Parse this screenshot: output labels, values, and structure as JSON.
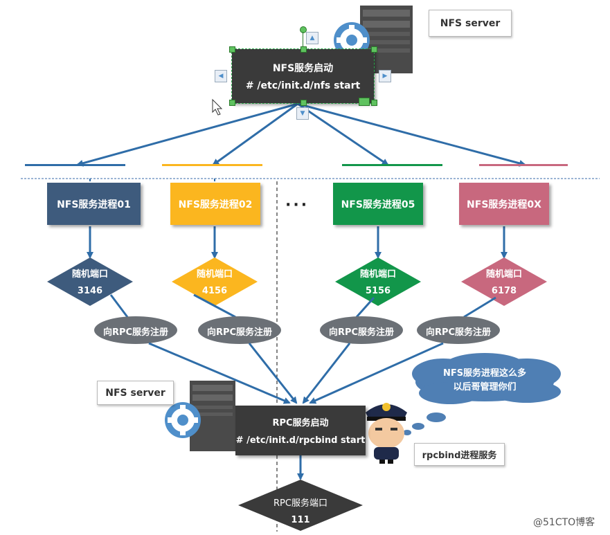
{
  "top_box": {
    "line1": "NFS服务启动",
    "line2": "# /etc/init.d/nfs start"
  },
  "top_server_label": "NFS server",
  "processes": [
    {
      "label": "NFS服务进程01",
      "port_title": "随机端口",
      "port": "3146",
      "register": "向RPC服务注册",
      "color": "#3e5b7d"
    },
    {
      "label": "NFS服务进程02",
      "port_title": "随机端口",
      "port": "4156",
      "register": "向RPC服务注册",
      "color": "#fbb61f"
    },
    {
      "label": "NFS服务进程05",
      "port_title": "随机端口",
      "port": "5156",
      "register": "向RPC服务注册",
      "color": "#12964a"
    },
    {
      "label": "NFS服务进程0X",
      "port_title": "随机端口",
      "port": "6178",
      "register": "向RPC服务注册",
      "color": "#c8687e"
    }
  ],
  "ellipsis": "···",
  "bottom_server_label": "NFS server",
  "rpc_box": {
    "line1": "RPC服务启动",
    "line2": "# /etc/init.d/rpcbind start"
  },
  "cloud": {
    "line1": "NFS服务进程这么多",
    "line2": "以后哥管理你们"
  },
  "rpcbind_label": "rpcbind进程服务",
  "rpc_port": {
    "title": "RPC服务端口",
    "value": "111"
  },
  "watermark": "@51CTO博客",
  "colors": {
    "arrow": "#2f6da8",
    "dark": "#3a3a3a",
    "oval": "#6b7076",
    "cloud": "#4f7fb4",
    "divider": "#7a9cc6"
  }
}
